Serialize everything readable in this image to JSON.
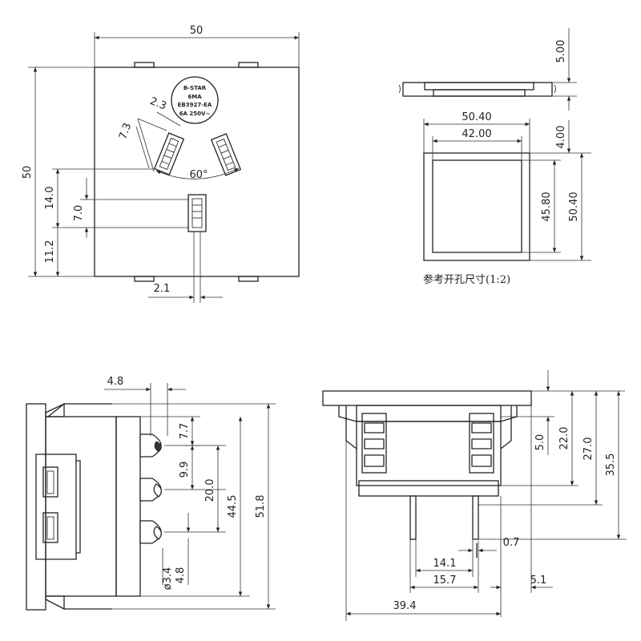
{
  "front_view": {
    "width_dim": "50",
    "height_dim": "50",
    "dim_2_3": "2.3",
    "dim_7_3": "7.3",
    "angle": "60°",
    "dim_14_0": "14.0",
    "dim_7_0": "7.0",
    "dim_11_2": "11.2",
    "dim_2_1": "2.1",
    "logo_lines": [
      "B-STAR",
      "6MA",
      "EB3927-EA",
      "6A 250V~"
    ]
  },
  "panel_cutout": {
    "dim_5_00": "5.00",
    "dim_4_00": "4.00",
    "dim_50_40_h": "50.40",
    "dim_42_00": "42.00",
    "dim_45_80": "45.80",
    "dim_50_40_v": "50.40",
    "caption": "参考开孔尺寸(1:2)"
  },
  "side_view": {
    "dim_4_8_top": "4.8",
    "dim_7_7": "7.7",
    "dim_9_9": "9.9",
    "dim_20_0": "20.0",
    "dim_44_5": "44.5",
    "dim_51_8": "51.8",
    "dim_dia_3_4": "ø3.4",
    "dim_4_8_bottom": "4.8"
  },
  "bottom_view": {
    "dim_5_0": "5.0",
    "dim_22_0": "22.0",
    "dim_27_0": "27.0",
    "dim_35_5": "35.5",
    "dim_0_7": "0.7",
    "dim_14_1": "14.1",
    "dim_15_7": "15.7",
    "dim_5_1": "5.1",
    "dim_39_4": "39.4"
  }
}
